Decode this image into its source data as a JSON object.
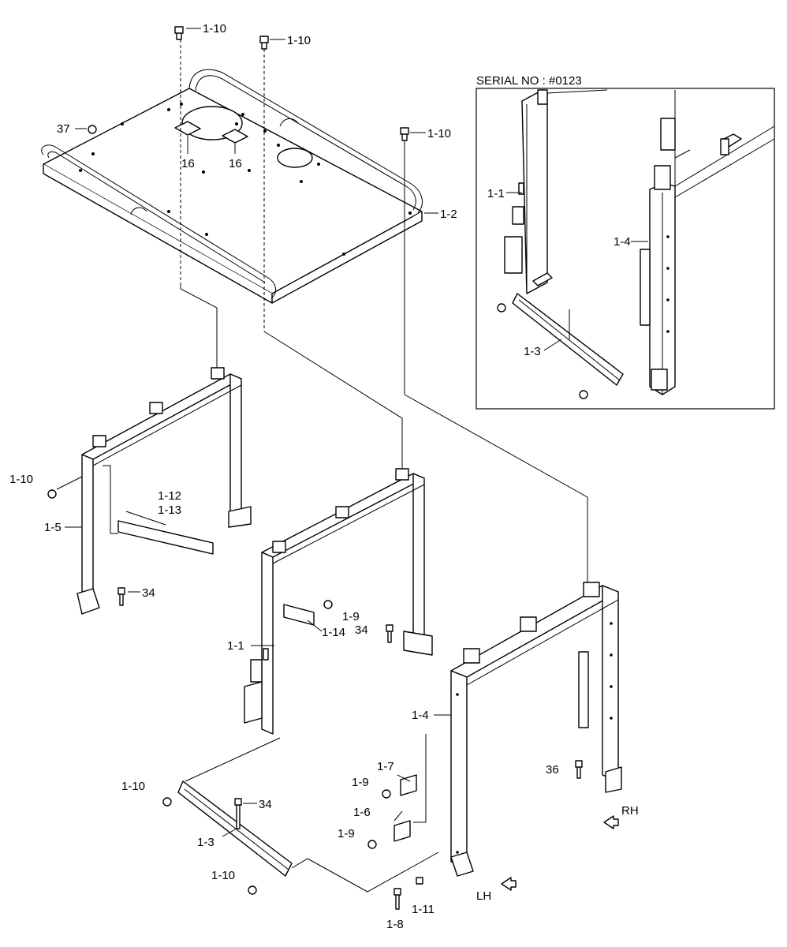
{
  "inset": {
    "title": "SERIAL NO : #0123"
  },
  "labels": [
    {
      "id": "1-10",
      "text": "1-10"
    },
    {
      "id": "1-10",
      "text": "1-10"
    },
    {
      "id": "1-10",
      "text": "1-10"
    },
    {
      "id": "37",
      "text": "37"
    },
    {
      "id": "16",
      "text": "16"
    },
    {
      "id": "16",
      "text": "16"
    },
    {
      "id": "1-2",
      "text": "1-2"
    },
    {
      "id": "1-1",
      "text": "1-1"
    },
    {
      "id": "1-4",
      "text": "1-4"
    },
    {
      "id": "1-3",
      "text": "1-3"
    },
    {
      "id": "1-10",
      "text": "1-10"
    },
    {
      "id": "1-12",
      "text": "1-12"
    },
    {
      "id": "1-13",
      "text": "1-13"
    },
    {
      "id": "1-5",
      "text": "1-5"
    },
    {
      "id": "34",
      "text": "34"
    },
    {
      "id": "1-9",
      "text": "1-9"
    },
    {
      "id": "1-14",
      "text": "1-14"
    },
    {
      "id": "34",
      "text": "34"
    },
    {
      "id": "1-1",
      "text": "1-1"
    },
    {
      "id": "1-4",
      "text": "1-4"
    },
    {
      "id": "1-7",
      "text": "1-7"
    },
    {
      "id": "1-9",
      "text": "1-9"
    },
    {
      "id": "36",
      "text": "36"
    },
    {
      "id": "1-10",
      "text": "1-10"
    },
    {
      "id": "34",
      "text": "34"
    },
    {
      "id": "1-6",
      "text": "1-6"
    },
    {
      "id": "1-9",
      "text": "1-9"
    },
    {
      "id": "RH",
      "text": "RH"
    },
    {
      "id": "1-3",
      "text": "1-3"
    },
    {
      "id": "1-10",
      "text": "1-10"
    },
    {
      "id": "LH",
      "text": "LH"
    },
    {
      "id": "1-11",
      "text": "1-11"
    },
    {
      "id": "1-8",
      "text": "1-8"
    }
  ]
}
